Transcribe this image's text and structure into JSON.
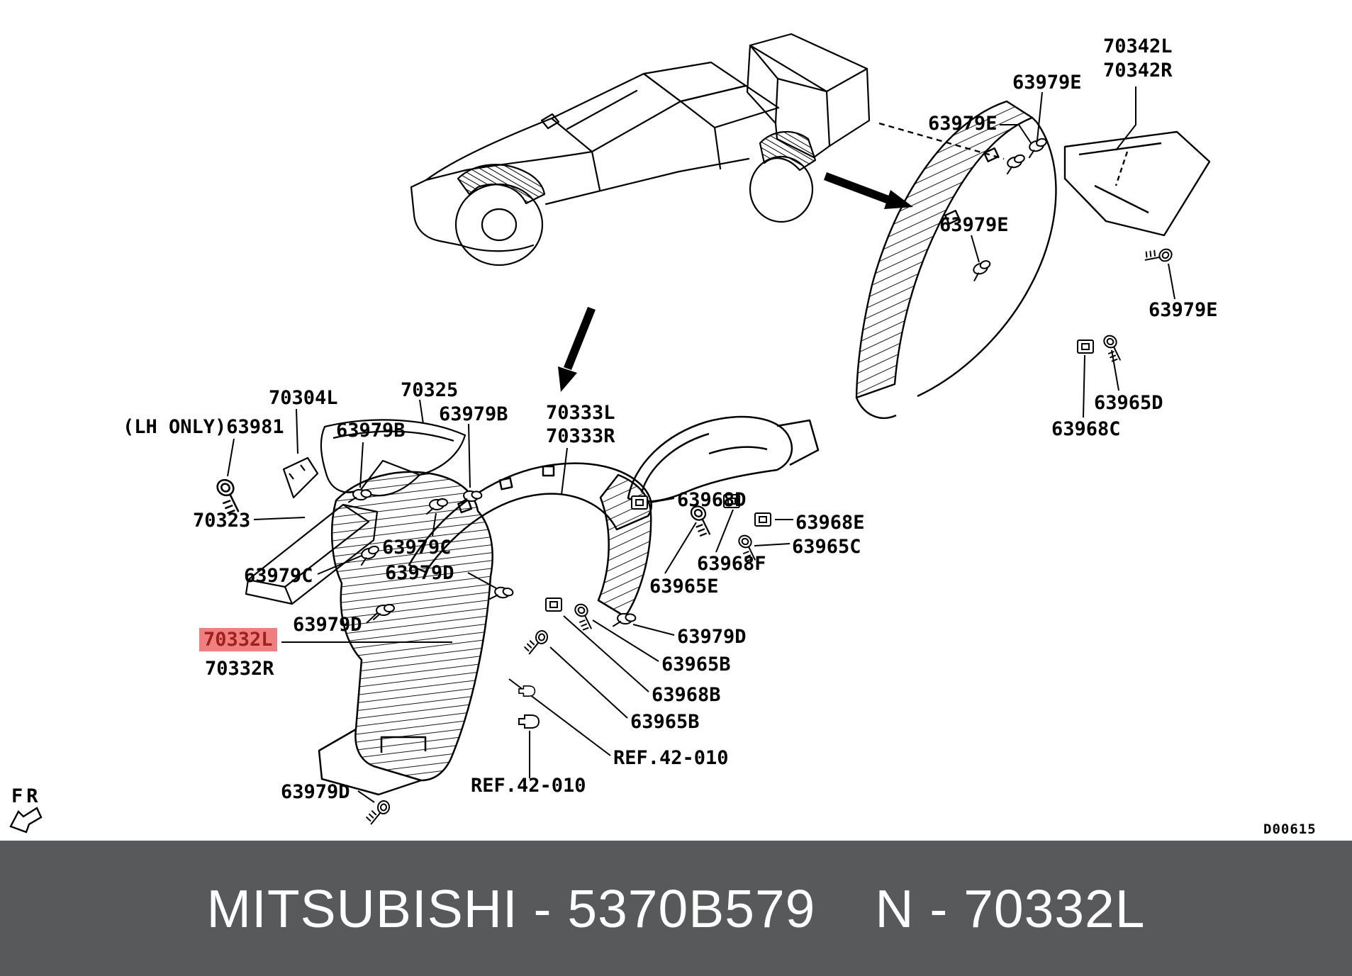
{
  "colors": {
    "footer_bg": "#58595b",
    "footer_text": "#ffffff",
    "highlight_bg": "#f08080",
    "highlight_text": "#a02020"
  },
  "footer": {
    "left": "MITSUBISHI - 5370B579",
    "right": "N - 70332L"
  },
  "drawing_code": "D00615",
  "fr_label": "FR",
  "icons": {
    "fr_arrow": "front-direction-arrow",
    "clip": "push-pin-clip",
    "screw": "tapping-screw",
    "boxclip": "grommet-clip",
    "plug": "snap-plug"
  },
  "labels": [
    {
      "text": "70342L"
    },
    {
      "text": "70342R"
    },
    {
      "text": "63979E"
    },
    {
      "text": "63979E"
    },
    {
      "text": "63979E"
    },
    {
      "text": "63979E"
    },
    {
      "text": "63965D"
    },
    {
      "text": "63968C"
    },
    {
      "text": "70304L"
    },
    {
      "text": "(LH ONLY)63981"
    },
    {
      "text": "70325"
    },
    {
      "text": "63979B"
    },
    {
      "text": "63979B"
    },
    {
      "text": "70333L"
    },
    {
      "text": "70333R"
    },
    {
      "text": "70323"
    },
    {
      "text": "63979C"
    },
    {
      "text": "63979C"
    },
    {
      "text": "63979D"
    },
    {
      "text": "63968D"
    },
    {
      "text": "63979D"
    },
    {
      "text": "70332L",
      "highlighted": true
    },
    {
      "text": "70332R"
    },
    {
      "text": "63979D"
    },
    {
      "text": "63965B"
    },
    {
      "text": "63968B"
    },
    {
      "text": "63965B"
    },
    {
      "text": "REF.42-010"
    },
    {
      "text": "REF.42-010"
    },
    {
      "text": "63979D"
    },
    {
      "text": "63965E"
    },
    {
      "text": "63968F"
    },
    {
      "text": "63968E"
    },
    {
      "text": "63965C"
    }
  ]
}
